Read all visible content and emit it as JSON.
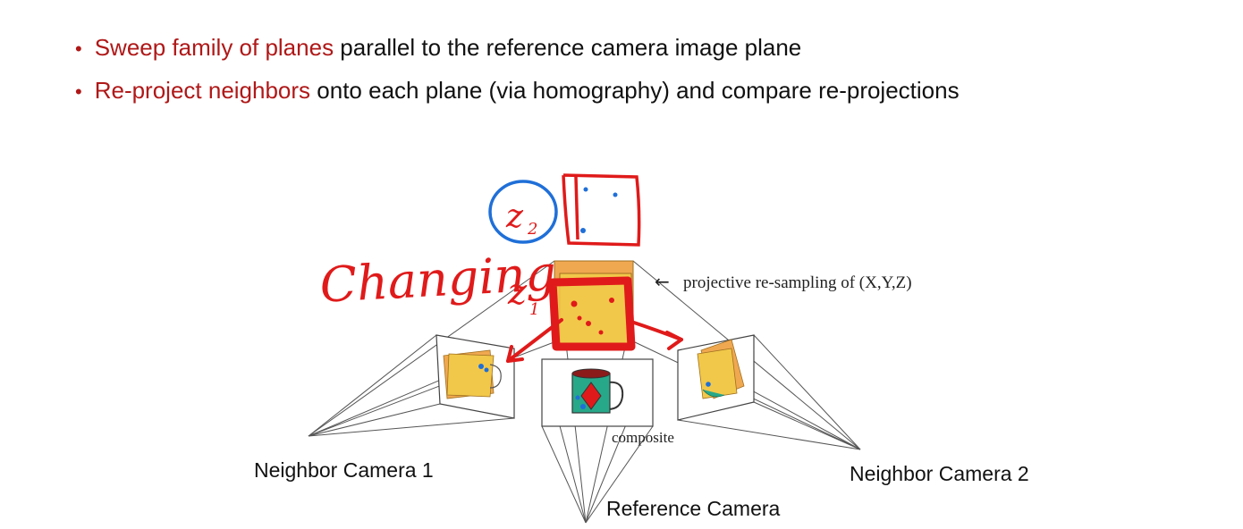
{
  "bullets": [
    {
      "highlight": "Sweep family of planes",
      "rest": " parallel to the reference camera image plane"
    },
    {
      "highlight": "Re-project neighbors",
      "rest": " onto each plane (via homography) and compare re-projections"
    }
  ],
  "diagram": {
    "projective_label": "projective re-sampling of (X,Y,Z)",
    "arrow_glyph": "←",
    "composite_label": "composite",
    "neighbor1_label": "Neighbor Camera 1",
    "neighbor2_label": "Neighbor Camera 2",
    "reference_label": "Reference Camera"
  },
  "annotations": {
    "changing_text": "Changing",
    "z_text": "z",
    "sub1": "1",
    "sub2": "2"
  },
  "colors": {
    "highlight": "#b01818",
    "ink_red": "#e01a1a",
    "ink_blue": "#1f6fd8",
    "plane_yellow": "#f2c84a",
    "plane_orange": "#f0a850",
    "mug_green": "#27a889"
  }
}
